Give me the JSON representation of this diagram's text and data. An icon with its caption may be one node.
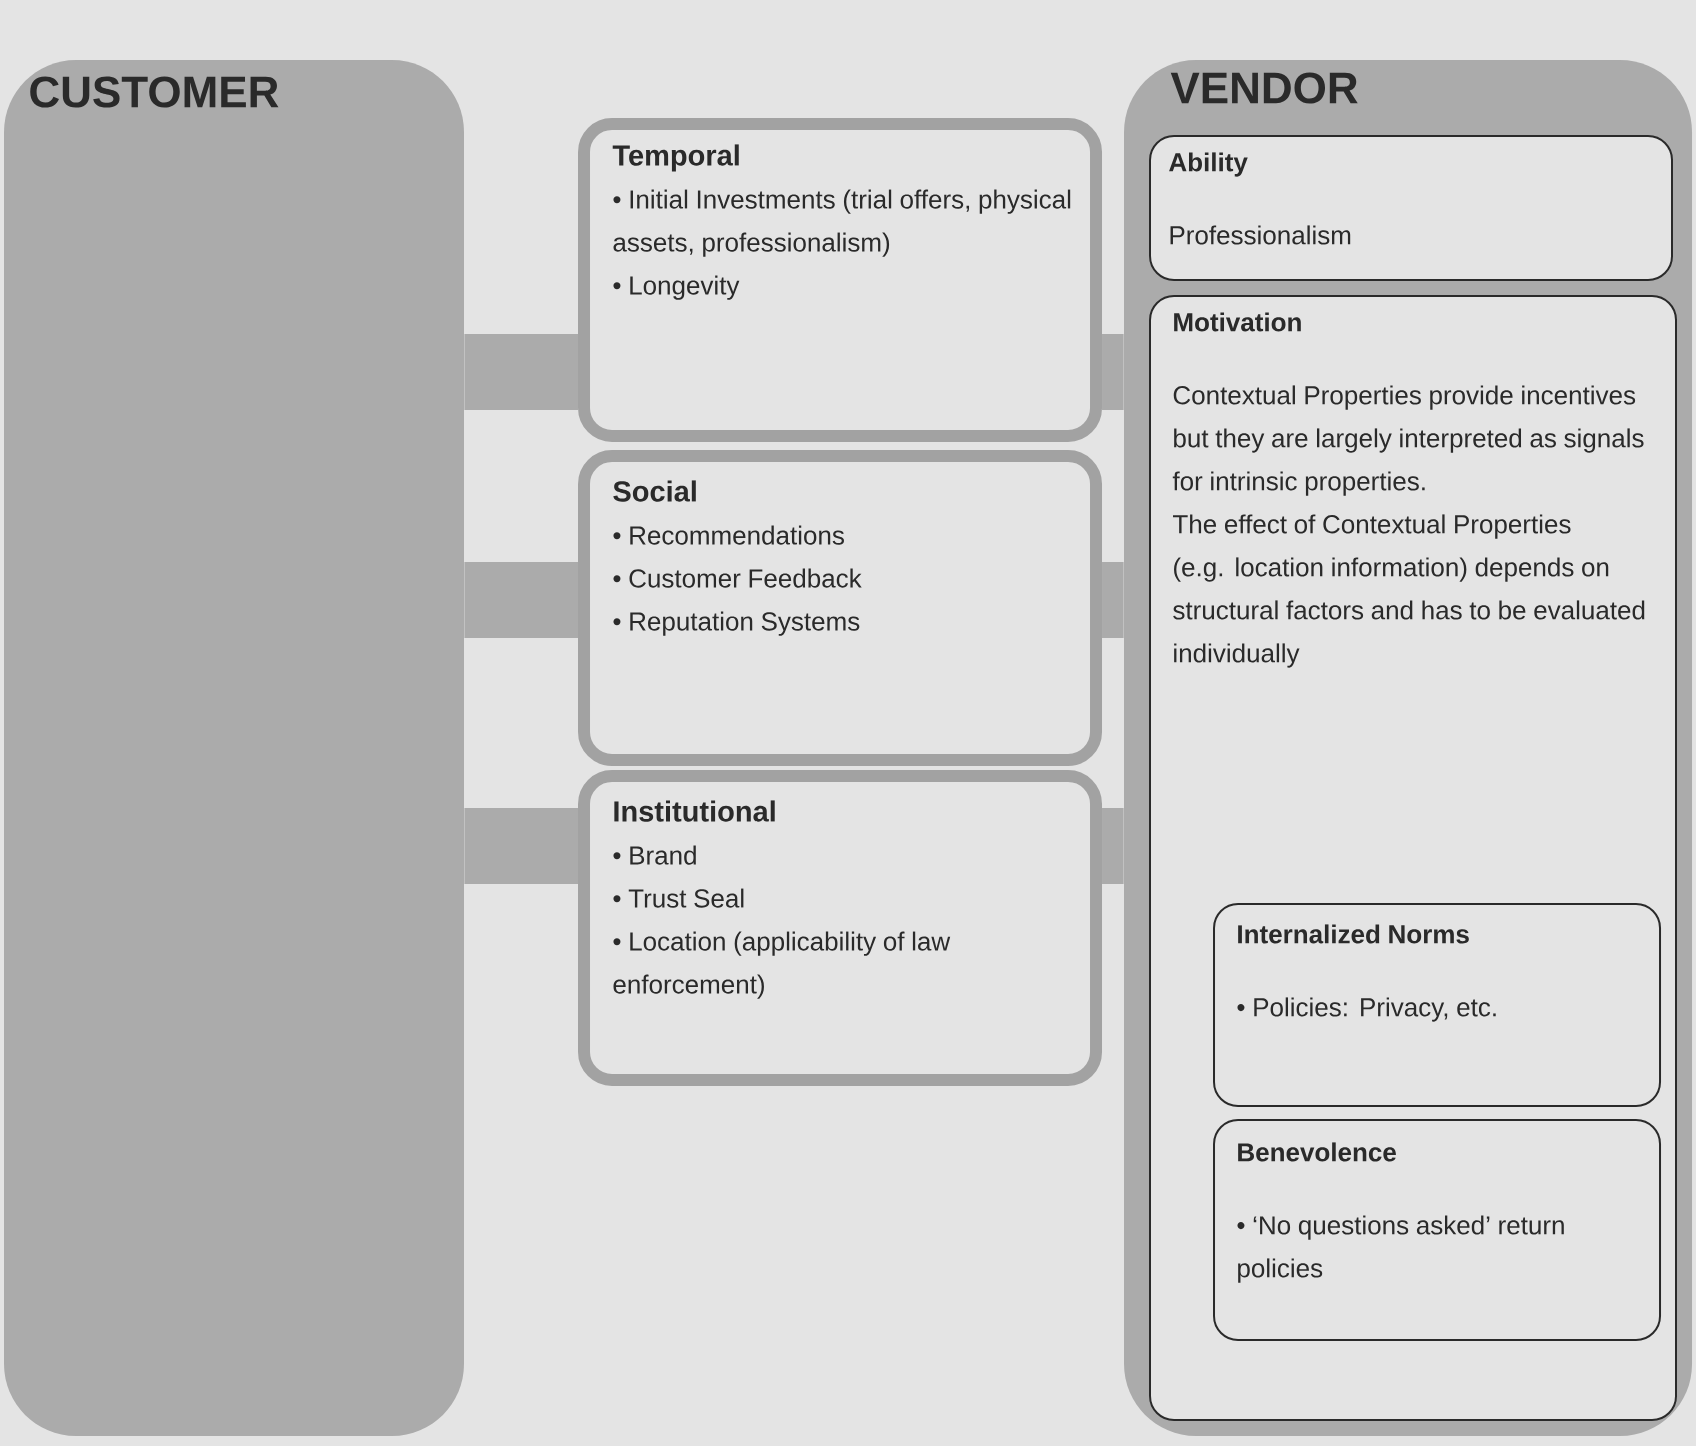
{
  "diagram": {
    "nodes": [
      {
        "text": [
          "CUSTOMER"
        ]
      },
      {
        "text": [
          "Temporal",
          "• Initial Investments (trial offers, physical assets, professionalism)",
          "• Longevity"
        ]
      },
      {
        "text": [
          "Social",
          "• Recommendations",
          "• Customer Feedback",
          "• Reputation Systems"
        ]
      },
      {
        "text": [
          "Institutional",
          "• Brand",
          "• Trust Seal",
          "• Location (applicability of law enforcement)"
        ]
      },
      {
        "text": [
          "VENDOR"
        ]
      },
      {
        "text": [
          "Ability",
          "Professionalism"
        ],
        "in": 4
      },
      {
        "text": [
          "Motivation",
          "Contextual Properties provide incentives but they are largely interpreted as signals for intrinsic properties.",
          "The effect of Contextual Properties (e.g. location information) depends on structural factors and has to be evaluated individually"
        ],
        "in": 4
      },
      {
        "text": [
          "Internalized Norms",
          "• Policies: Privacy, etc."
        ],
        "in": 6
      },
      {
        "text": [
          "Benevolence",
          "• ‘No questions asked’ return policies"
        ],
        "in": 6
      }
    ],
    "edges": [
      {
        "from": 0,
        "to": 1,
        "arrow": "none"
      },
      {
        "from": 1,
        "to": 4,
        "arrow": "none"
      },
      {
        "from": 0,
        "to": 2,
        "arrow": "none"
      },
      {
        "from": 2,
        "to": 4,
        "arrow": "none"
      },
      {
        "from": 0,
        "to": 3,
        "arrow": "none"
      },
      {
        "from": 3,
        "to": 4,
        "arrow": "none"
      }
    ]
  }
}
